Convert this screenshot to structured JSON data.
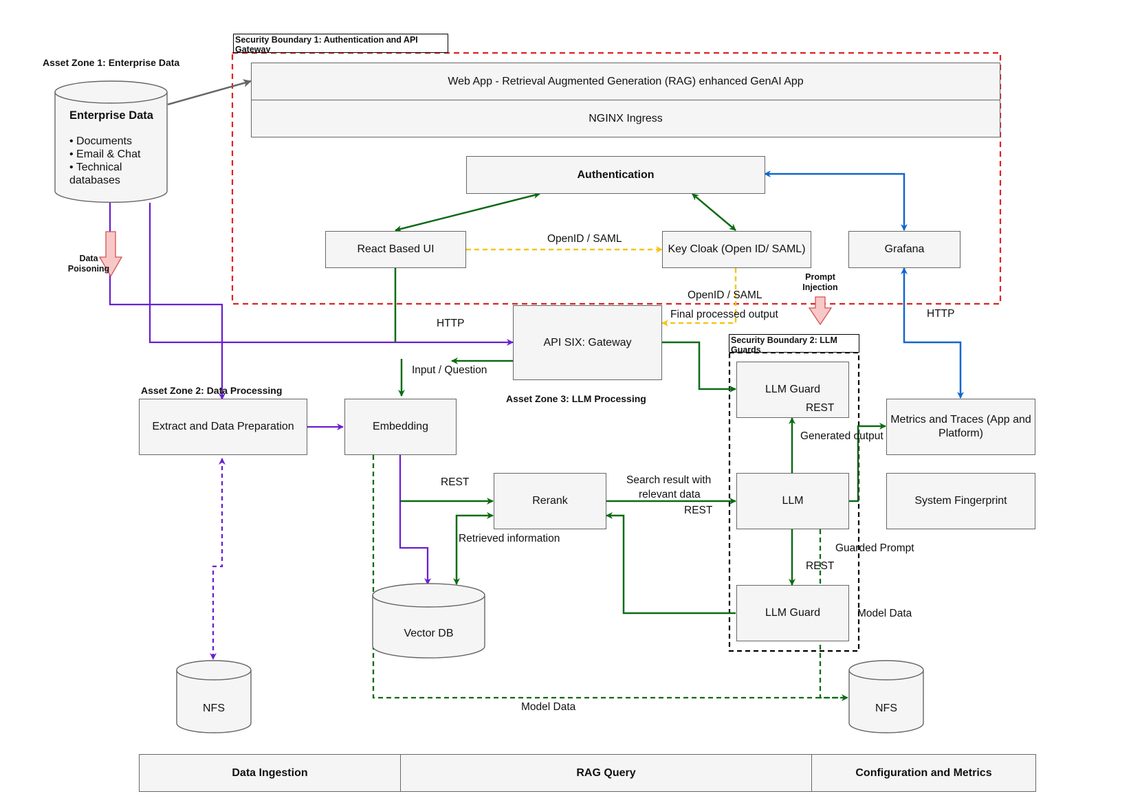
{
  "zones": {
    "zone1": "Asset Zone 1: Enterprise Data",
    "zone2": "Asset Zone 2: Data Processing",
    "zone3": "Asset Zone 3: LLM Processing"
  },
  "boundaries": {
    "boundary1": "Security Boundary 1: Authentication and API Gateway",
    "boundary2": "Security Boundary 2: LLM Guards"
  },
  "enterprise_data": {
    "title": "Enterprise Data",
    "items": [
      "• Documents",
      "• Email & Chat",
      "• Technical",
      "databases"
    ]
  },
  "nodes": {
    "webapp": "Web App - Retrieval Augmented Generation (RAG) enhanced GenAI App",
    "nginx": "NGINX Ingress",
    "authentication": "Authentication",
    "react_ui": "React Based UI",
    "keycloak": "Key Cloak (Open ID/ SAML)",
    "grafana": "Grafana",
    "api_six": "API SIX: Gateway",
    "extract": "Extract and Data Preparation",
    "embedding": "Embedding",
    "rerank": "Rerank",
    "llm": "LLM",
    "llm_guard_top": "LLM Guard",
    "llm_guard_bottom": "LLM Guard",
    "metrics": "Metrics and Traces (App and Platform)",
    "fingerprint": "System Fingerprint",
    "vector_db": "Vector DB",
    "nfs_left": "NFS",
    "nfs_right": "NFS"
  },
  "edge_labels": {
    "openid_saml_1": "OpenID / SAML",
    "openid_saml_2": "OpenID / SAML",
    "final_output": "Final processed output",
    "http_left": "HTTP",
    "http_right": "HTTP",
    "input_question": "Input / Question",
    "rest_rerank": "REST",
    "retrieved_info": "Retrieved information",
    "search_result_1": "Search result with",
    "search_result_2": "relevant data",
    "rest_llm": "REST",
    "rest_guard_top": "REST",
    "generated_output": "Generated output",
    "guarded_prompt": "Guarded Prompt",
    "rest_guard_bottom": "REST",
    "model_data_right": "Model Data",
    "model_data_bottom": "Model Data"
  },
  "threats": {
    "data_poisoning_1": "Data",
    "data_poisoning_2": "Poisoning",
    "prompt_injection_1": "Prompt",
    "prompt_injection_2": "Injection"
  },
  "legend": {
    "ingestion": "Data Ingestion",
    "rag_query": "RAG Query",
    "config_metrics": "Configuration and Metrics"
  },
  "colors": {
    "purple": "#6a1fd1",
    "green": "#0a6b12",
    "blue": "#1166cc",
    "yellow": "#f5c518",
    "red_boundary": "#e02020",
    "gray_arrow": "#666666",
    "threat_fill": "#f8c8c8",
    "threat_stroke": "#d45050"
  }
}
